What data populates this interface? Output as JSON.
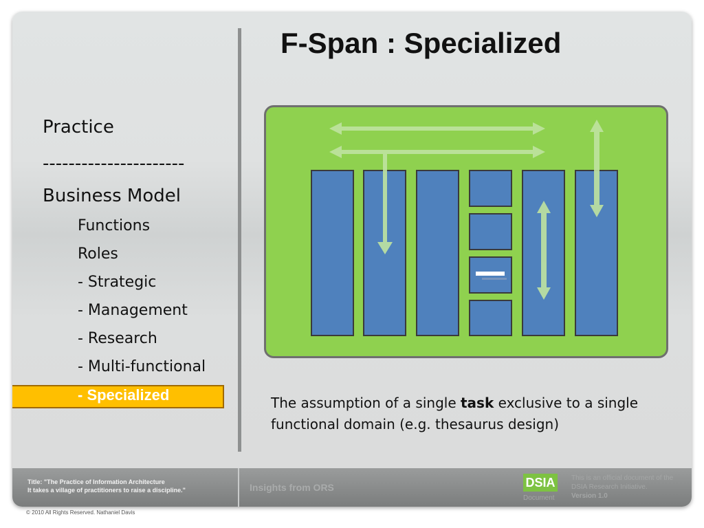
{
  "slide": {
    "title": "F-Span : Specialized",
    "nav": {
      "practice": "Practice",
      "separator": "----------------------",
      "business_model": "Business Model",
      "items": [
        "Functions",
        "Roles",
        "- Strategic",
        "- Management",
        "- Research",
        "- Multi-functional"
      ],
      "selected": "- Specialized"
    },
    "caption": {
      "before": "The assumption of a single ",
      "bold": "task",
      "after": " exclusive to a single functional domain (e.g. thesaurus design)"
    },
    "colors": {
      "diagram_bg": "#8fd14f",
      "column": "#4f81bd",
      "highlight": "#ffbf00",
      "arrow": "#bfe3a0"
    }
  },
  "footer": {
    "title_line1": "Title: \"The Practice of Information Architecture",
    "title_line2": "It takes a village of practitioners to raise a discipline.\"",
    "insights": "Insights from ORS",
    "logo_text": "DSIA",
    "logo_sub": "Document",
    "official_line1": "This is an official document of the",
    "official_line2": "DSIA Research Initiative.",
    "version": "Version 1.0"
  },
  "copyright": "© 2010 All Rights Reserved. Nathaniel Davis"
}
